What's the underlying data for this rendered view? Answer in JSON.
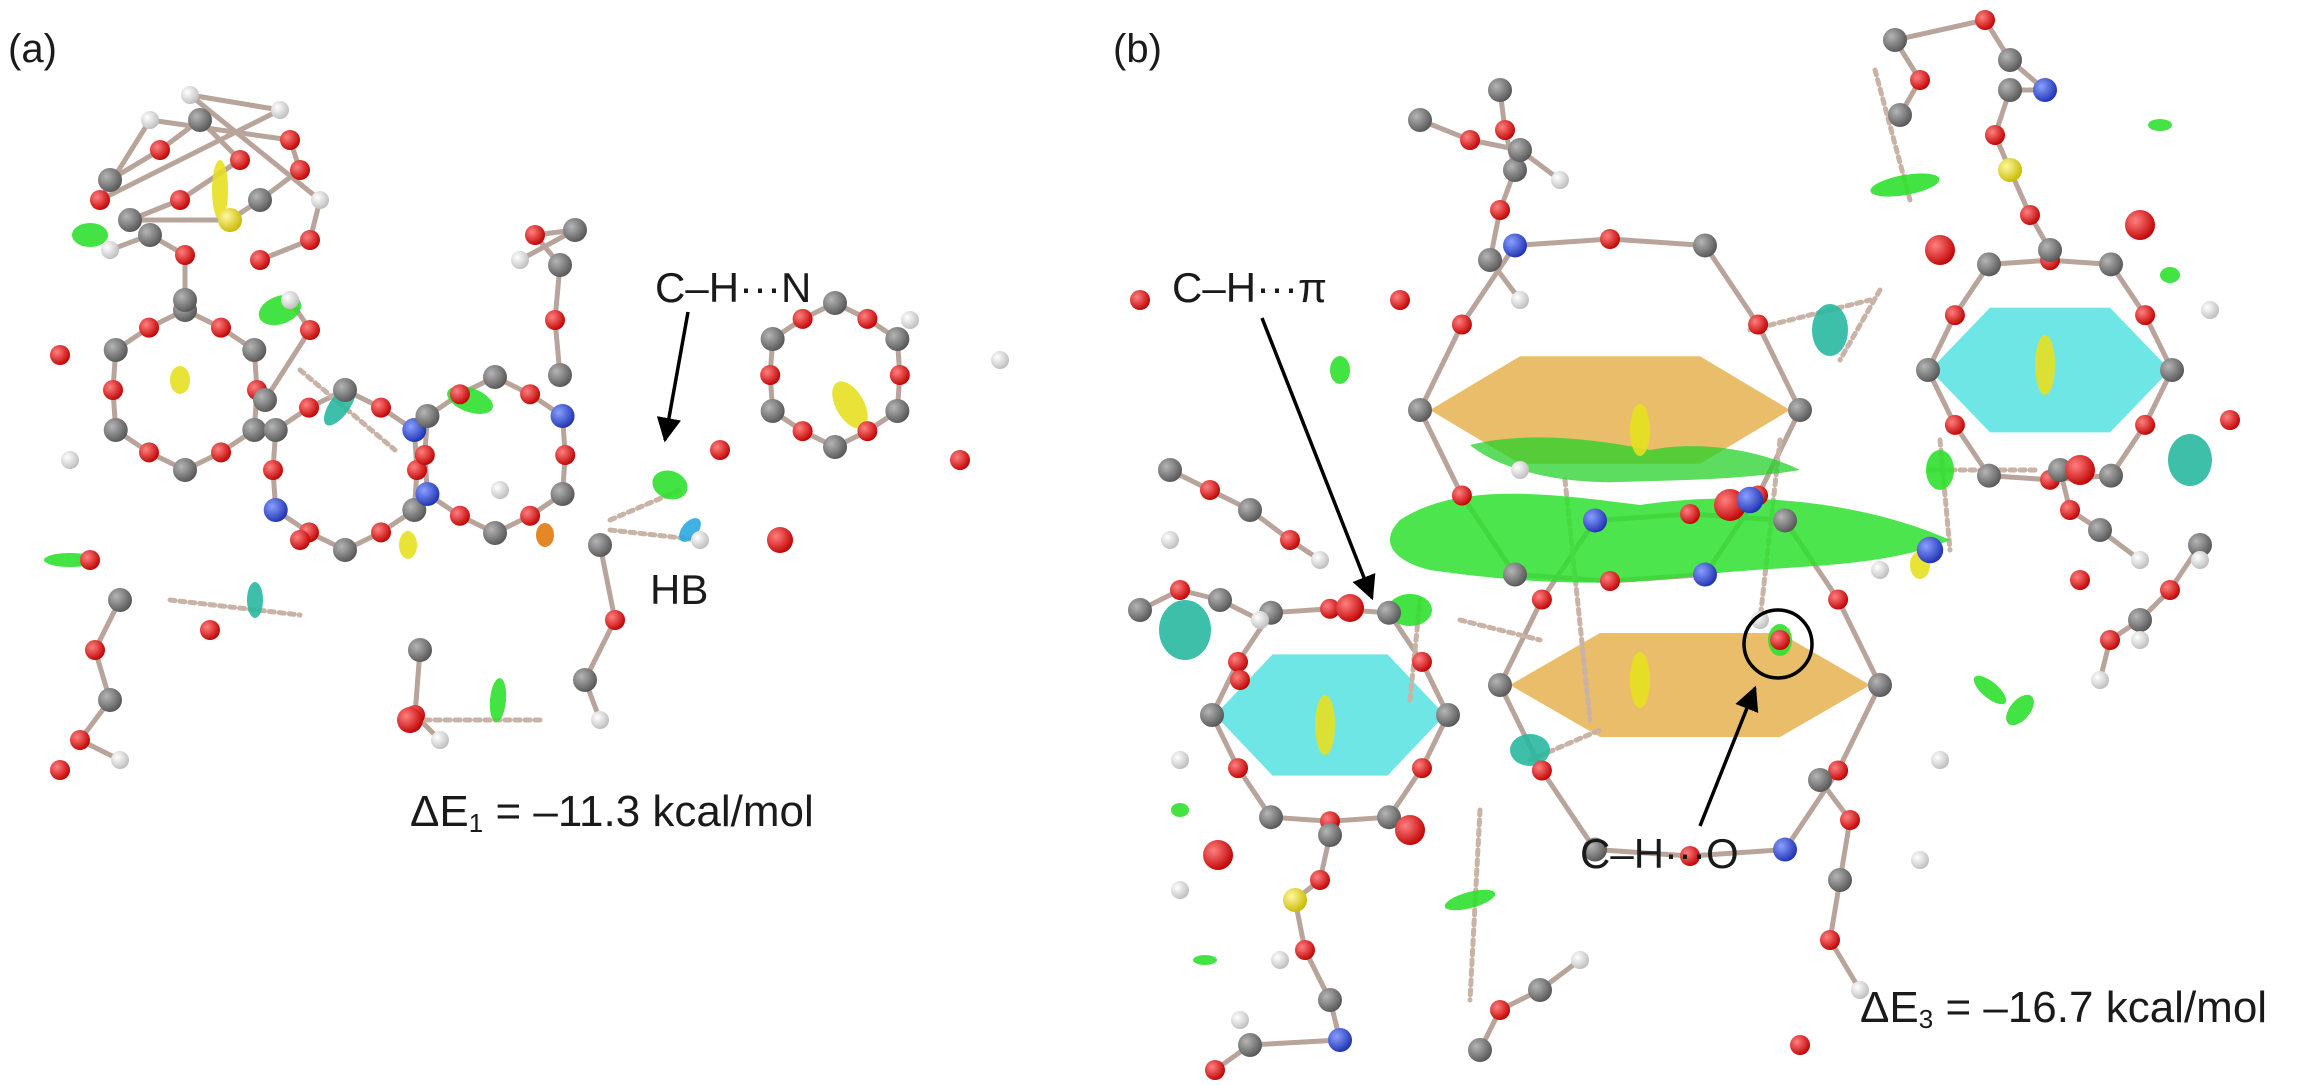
{
  "panels": [
    {
      "tag": "(a)",
      "energy": {
        "prefix": "ΔE",
        "subscript": "1",
        "suffix": " = –11.3 kcal/mol"
      },
      "annotations": [
        {
          "id": "ch-n",
          "text": "C–H···N"
        },
        {
          "id": "hb",
          "text": "HB"
        }
      ]
    },
    {
      "tag": "(b)",
      "energy": {
        "prefix": "ΔE",
        "subscript": "3",
        "suffix": " = –16.7 kcal/mol"
      },
      "annotations": [
        {
          "id": "ch-pi",
          "text": "C–H···π"
        },
        {
          "id": "ch-o",
          "text": "C–H···O"
        }
      ]
    }
  ],
  "colors": {
    "carbon": "#6e6e6e",
    "oxygen": "#e01010",
    "nitrogen": "#2a44d6",
    "hydrogen": "#f2f2f2",
    "sulfur": "#f2e030",
    "bond": "#b8a49a",
    "hbond": "#c9b2a6",
    "iso_green": "#2ee02e",
    "iso_teal": "#29b8a0",
    "iso_yellow": "#e6e020",
    "iso_blue": "#2aa8e0",
    "ring_cyan": "#5fe3e3",
    "ring_orange": "#e8b65a"
  }
}
